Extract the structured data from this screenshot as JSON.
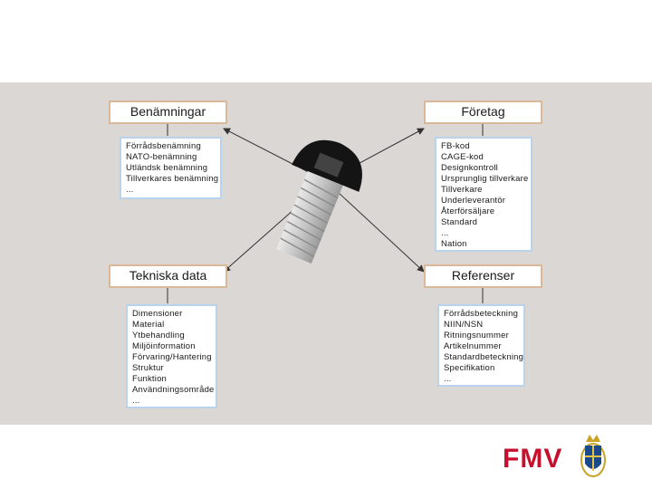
{
  "boxes": {
    "benamningar": {
      "title": "Benämningar",
      "items": [
        "Förrådsbenämning",
        "NATO-benämning",
        "Utländsk benämning",
        "Tillverkares benämning",
        "..."
      ]
    },
    "foretag": {
      "title": "Företag",
      "items": [
        "FB-kod",
        "CAGE-kod",
        "Designkontroll",
        "Ursprunglig tillverkare",
        "Tillverkare",
        "Underleverantör",
        "Återförsäljare",
        "Standard",
        "...",
        "Nation"
      ]
    },
    "tekniska": {
      "title": "Tekniska data",
      "items": [
        "Dimensioner",
        "Material",
        "Ytbehandling",
        "Miljöinformation",
        "Förvaring/Hantering",
        "Struktur",
        "Funktion",
        "Användningsområde",
        "..."
      ]
    },
    "referenser": {
      "title": "Referenser",
      "items": [
        "Förrådsbeteckning",
        "NIIN/NSN",
        "Ritningsnummer",
        "Artikelnummer",
        "Standardbeteckning",
        "Specifikation",
        "..."
      ]
    }
  },
  "logo": {
    "text": "FMV"
  },
  "colors": {
    "panel": "#dad7d4",
    "title_border": "#d9b99a",
    "list_border": "#b9d3ec",
    "logo_red": "#c8102e"
  }
}
